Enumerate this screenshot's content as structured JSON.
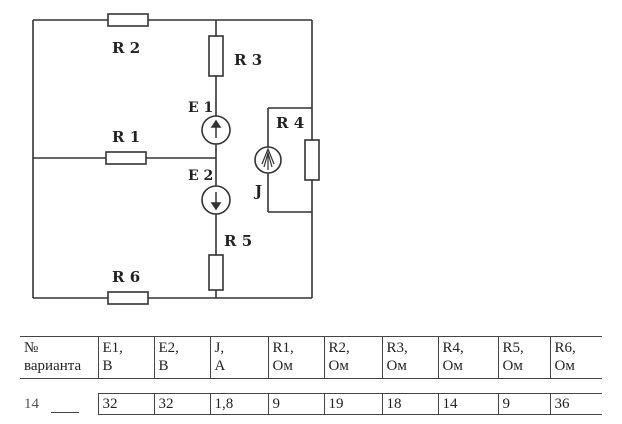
{
  "circuit": {
    "labels": {
      "R2": "R 2",
      "R3": "R 3",
      "R1": "R 1",
      "R4": "R 4",
      "E1": "E 1",
      "E2": "E 2",
      "J": "J",
      "R5": "R 5",
      "R6": "R 6"
    }
  },
  "table": {
    "headers": [
      {
        "line1": "№",
        "line2": "варианта"
      },
      {
        "line1": "E1,",
        "line2": "В"
      },
      {
        "line1": "E2,",
        "line2": "В"
      },
      {
        "line1": "J,",
        "line2": "А"
      },
      {
        "line1": "R1,",
        "line2": "Ом"
      },
      {
        "line1": "R2,",
        "line2": "Ом"
      },
      {
        "line1": "R3,",
        "line2": "Ом"
      },
      {
        "line1": "R4,",
        "line2": "Ом"
      },
      {
        "line1": "R5,",
        "line2": "Ом"
      },
      {
        "line1": "R6,",
        "line2": "Ом"
      }
    ],
    "row": [
      "14",
      "32",
      "32",
      "1,8",
      "9",
      "19",
      "18",
      "14",
      "9",
      "36"
    ]
  }
}
